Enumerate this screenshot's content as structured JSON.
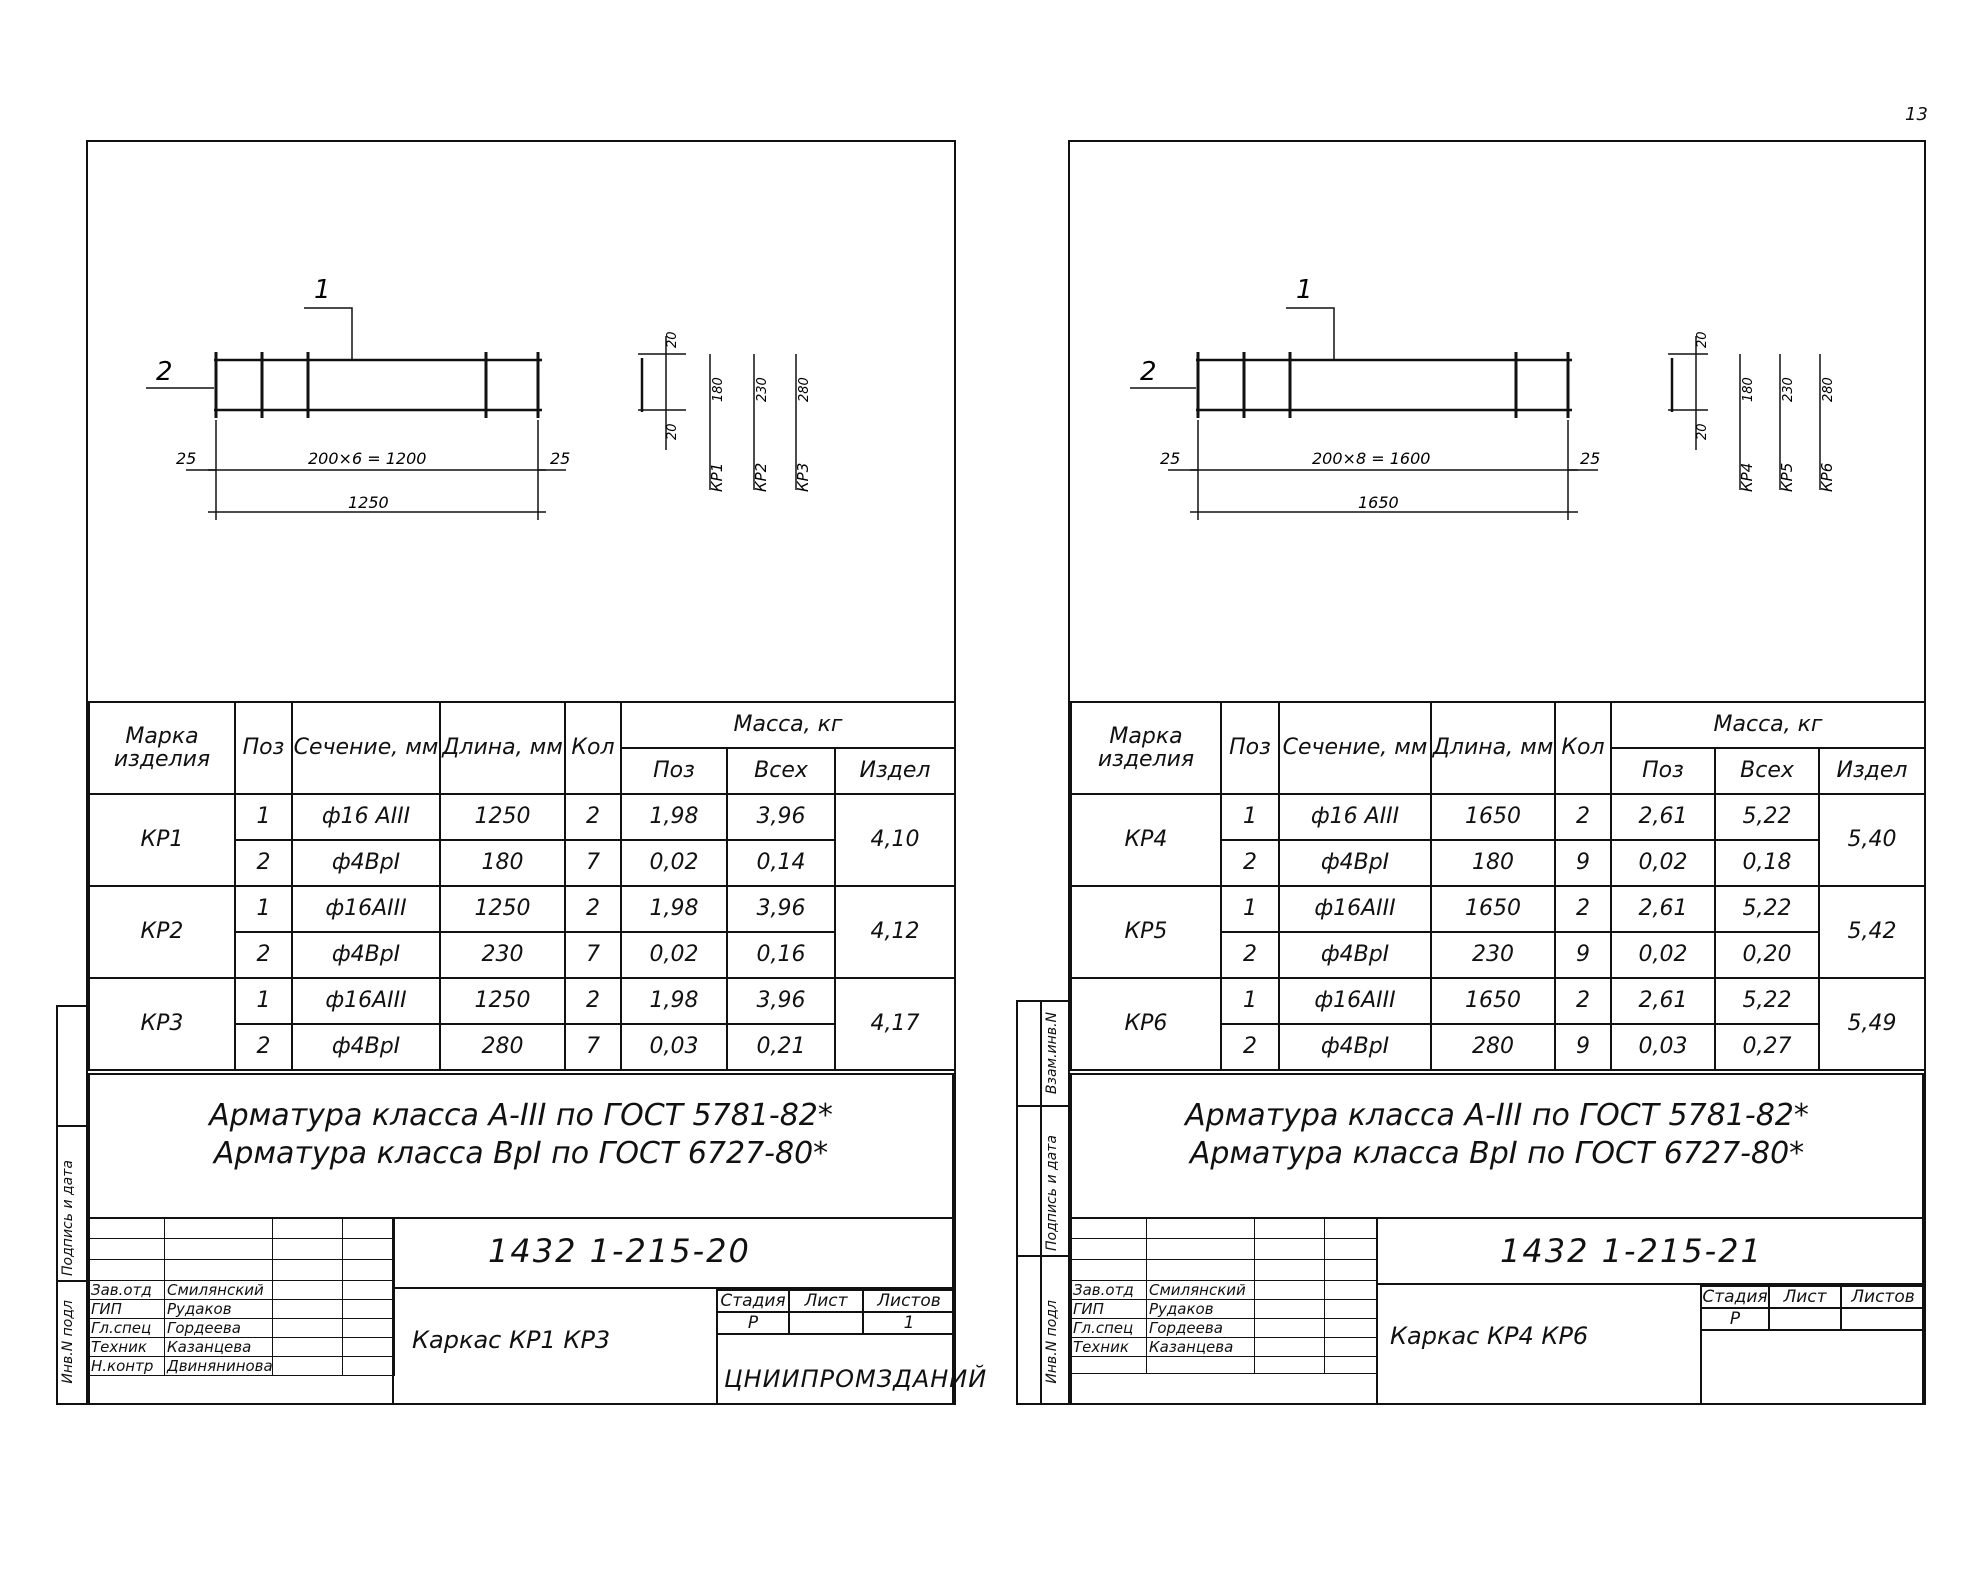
{
  "corner_mark": "13",
  "sheets": [
    {
      "drawing": {
        "callout_1": "1",
        "callout_2": "2",
        "end_left": "25",
        "end_right": "25",
        "span": "200×6 = 1200",
        "total": "1250",
        "sect_top": "20",
        "sect_bottom": "20",
        "sect_dims": [
          "180",
          "230",
          "280"
        ],
        "sect_marks": [
          "КР1",
          "КР2",
          "КР3"
        ]
      },
      "table": {
        "h_mark": "Марка изделия",
        "h_pos": "Поз",
        "h_section": "Сечение, мм",
        "h_length": "Длина, мм",
        "h_qty": "Кол",
        "h_mass": "Масса, кг",
        "h_mass_pos": "Поз",
        "h_mass_all": "Всех",
        "h_mass_item": "Издел",
        "groups": [
          {
            "mark": "КР1",
            "item": "4,10",
            "rows": [
              {
                "pos": "1",
                "section": "ф16 АIII",
                "length": "1250",
                "qty": "2",
                "m_pos": "1,98",
                "m_all": "3,96"
              },
              {
                "pos": "2",
                "section": "ф4ВрI",
                "length": "180",
                "qty": "7",
                "m_pos": "0,02",
                "m_all": "0,14"
              }
            ]
          },
          {
            "mark": "КР2",
            "item": "4,12",
            "rows": [
              {
                "pos": "1",
                "section": "ф16АIII",
                "length": "1250",
                "qty": "2",
                "m_pos": "1,98",
                "m_all": "3,96"
              },
              {
                "pos": "2",
                "section": "ф4ВрI",
                "length": "230",
                "qty": "7",
                "m_pos": "0,02",
                "m_all": "0,16"
              }
            ]
          },
          {
            "mark": "КР3",
            "item": "4,17",
            "rows": [
              {
                "pos": "1",
                "section": "ф16АIII",
                "length": "1250",
                "qty": "2",
                "m_pos": "1,98",
                "m_all": "3,96"
              },
              {
                "pos": "2",
                "section": "ф4ВрI",
                "length": "280",
                "qty": "7",
                "m_pos": "0,03",
                "m_all": "0,21"
              }
            ]
          }
        ]
      },
      "notes": [
        "Арматура  класса  А-III  по  ГОСТ 5781-82*",
        "Арматура  класса  ВрI  по  ГОСТ 6727-80*"
      ],
      "stamp": {
        "code": "1432 1-215-20",
        "title": "Каркас КР1  КР3",
        "stage_label": "Стадия",
        "sheet_label": "Лист",
        "sheets_label": "Листов",
        "stage": "Р",
        "sheet": "",
        "sheets": "1",
        "org": "ЦНИИПРОМЗДАНИЙ",
        "roles": [
          "Зав.отд",
          "ГИП",
          "Гл.спец",
          "Техник",
          "Н.контр"
        ],
        "names": [
          "Смилянский",
          "Рудаков",
          "Гордеева",
          "Казанцева",
          "Двинянинова"
        ]
      },
      "side_labels": [
        "Инв.N подл",
        "Подпись и дата"
      ]
    },
    {
      "drawing": {
        "callout_1": "1",
        "callout_2": "2",
        "end_left": "25",
        "end_right": "25",
        "span": "200×8 = 1600",
        "total": "1650",
        "sect_top": "20",
        "sect_bottom": "20",
        "sect_dims": [
          "180",
          "230",
          "280"
        ],
        "sect_marks": [
          "КР4",
          "КР5",
          "КР6"
        ]
      },
      "table": {
        "h_mark": "Марка изделия",
        "h_pos": "Поз",
        "h_section": "Сечение, мм",
        "h_length": "Длина, мм",
        "h_qty": "Кол",
        "h_mass": "Масса, кг",
        "h_mass_pos": "Поз",
        "h_mass_all": "Всех",
        "h_mass_item": "Издел",
        "groups": [
          {
            "mark": "КР4",
            "item": "5,40",
            "rows": [
              {
                "pos": "1",
                "section": "ф16 АIII",
                "length": "1650",
                "qty": "2",
                "m_pos": "2,61",
                "m_all": "5,22"
              },
              {
                "pos": "2",
                "section": "ф4ВрI",
                "length": "180",
                "qty": "9",
                "m_pos": "0,02",
                "m_all": "0,18"
              }
            ]
          },
          {
            "mark": "КР5",
            "item": "5,42",
            "rows": [
              {
                "pos": "1",
                "section": "ф16АIII",
                "length": "1650",
                "qty": "2",
                "m_pos": "2,61",
                "m_all": "5,22"
              },
              {
                "pos": "2",
                "section": "ф4ВрI",
                "length": "230",
                "qty": "9",
                "m_pos": "0,02",
                "m_all": "0,20"
              }
            ]
          },
          {
            "mark": "КР6",
            "item": "5,49",
            "rows": [
              {
                "pos": "1",
                "section": "ф16АIII",
                "length": "1650",
                "qty": "2",
                "m_pos": "2,61",
                "m_all": "5,22"
              },
              {
                "pos": "2",
                "section": "ф4ВрI",
                "length": "280",
                "qty": "9",
                "m_pos": "0,03",
                "m_all": "0,27"
              }
            ]
          }
        ]
      },
      "notes": [
        "Арматура  класса  А-III по ГОСТ 5781-82*",
        "Арматура  класса  ВрI по ГОСТ 6727-80*"
      ],
      "stamp": {
        "code": "1432 1-215-21",
        "title": "Каркас КР4   КР6",
        "stage_label": "Стадия",
        "sheet_label": "Лист",
        "sheets_label": "Листов",
        "stage": "Р",
        "sheet": "",
        "sheets": "",
        "org": "",
        "roles": [
          "Зав.отд",
          "ГИП",
          "Гл.спец",
          "Техник",
          ""
        ],
        "names": [
          "Смилянский",
          "Рудаков",
          "Гордеева",
          "Казанцева",
          ""
        ]
      },
      "side_labels": [
        "Взам.инв.N",
        "Подпись и дата",
        "Инв.N подл"
      ]
    }
  ]
}
